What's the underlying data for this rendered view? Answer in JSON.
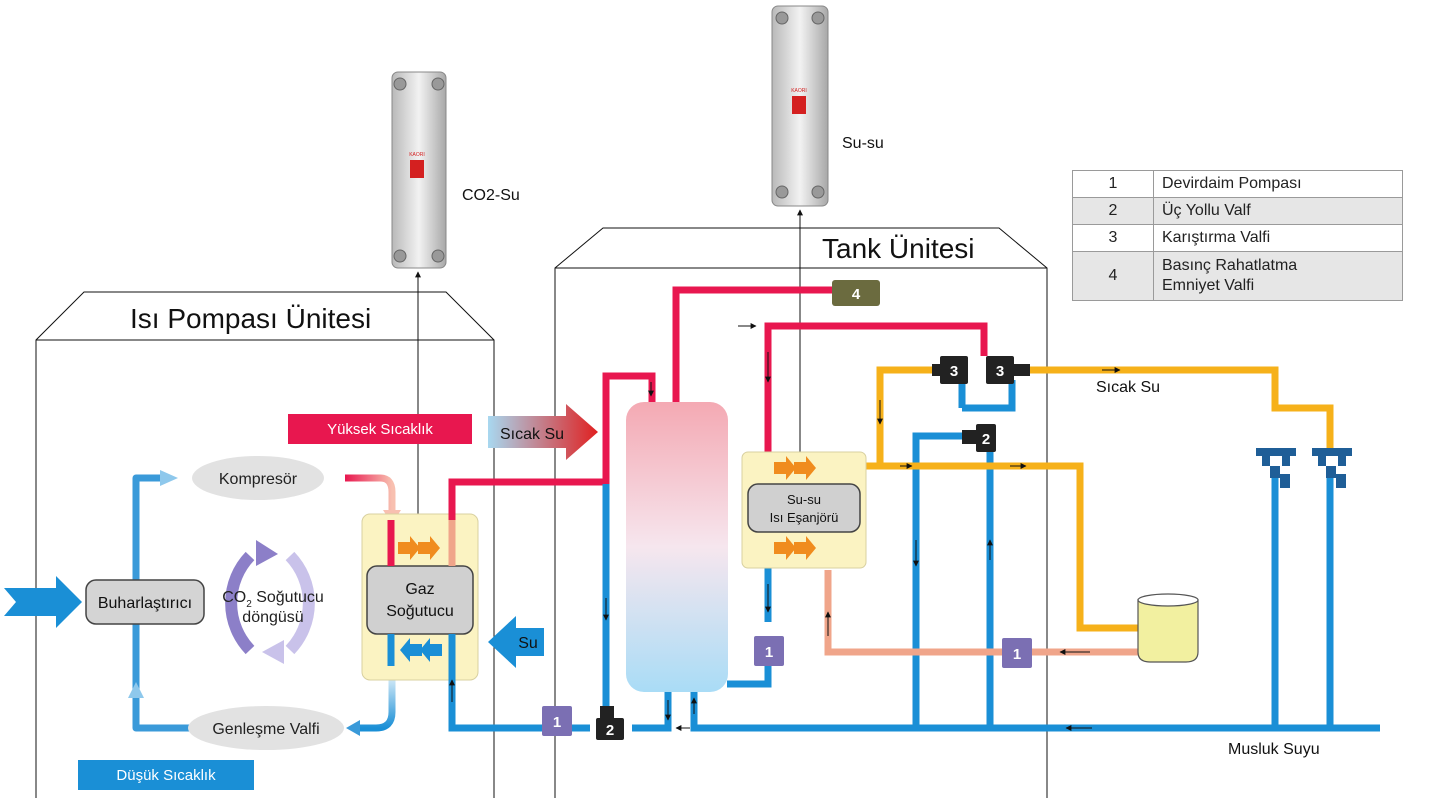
{
  "units": {
    "heat_pump": "Isı Pompası Ünitesi",
    "tank": "Tank Ünitesi"
  },
  "heat_exchangers": {
    "co2_water": "CO2-Su",
    "water_water": "Su-su",
    "brand": "KAORI"
  },
  "labels": {
    "high_temp": "Yüksek Sıcaklık",
    "low_temp": "Düşük Sıcaklık",
    "hot_water_arrow": "Sıcak Su",
    "water_in": "Su",
    "hot_water_out": "Sıcak Su",
    "tap_water": "Musluk Suyu"
  },
  "components": {
    "compressor": "Kompresör",
    "evaporator": "Buharlaştırıcı",
    "expansion_valve": "Genleşme Valfi",
    "gas_cooler_line1": "Gaz",
    "gas_cooler_line2": "Soğutucu",
    "cycle_prefix": "CO",
    "cycle_sub": "2",
    "cycle_line1_rest": " Soğutucu",
    "cycle_line2": "döngüsü",
    "plate_hx_line1": "Su-su",
    "plate_hx_line2": "Isı Eşanjörü"
  },
  "markers": {
    "pump": "1",
    "three_way": "2",
    "mixing": "3",
    "relief": "4"
  },
  "legend": [
    {
      "num": "1",
      "text": "Devirdaim Pompası"
    },
    {
      "num": "2",
      "text": "Üç Yollu Valf"
    },
    {
      "num": "3",
      "text": "Karıştırma Valfi"
    },
    {
      "num": "4",
      "text": "Basınç Rahatlatma",
      "text2": "Emniyet Valfi"
    }
  ],
  "colors": {
    "hot_pipe": "#e8174f",
    "cold_pipe": "#1a8fd6",
    "warm_pipe": "#f6b11a",
    "return_pipe": "#f0a58a",
    "pump_marker": "#7b6fb3",
    "valve_marker": "#222222",
    "relief_marker": "#6b6b3f"
  }
}
